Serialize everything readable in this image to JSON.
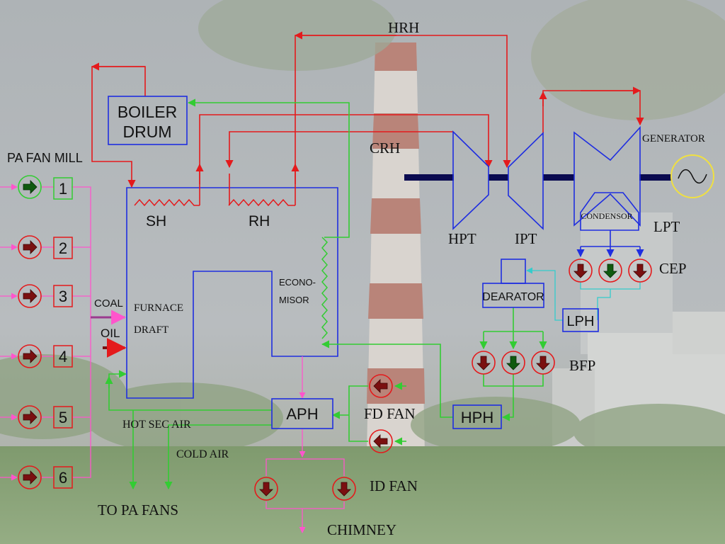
{
  "labels": {
    "hrh": "HRH",
    "crh": "CRH",
    "boiler_drum_line1": "BOILER",
    "boiler_drum_line2": "DRUM",
    "pa_fan_mill": "PA FAN MILL",
    "sh": "SH",
    "rh": "RH",
    "econ_line1": "ECONO-",
    "econ_line2": "MISOR",
    "furnace": "FURNACE",
    "draft": "DRAFT",
    "coal": "COAL",
    "oil": "OIL",
    "aph": "APH",
    "hot_sec_air": "HOT SEC AIR",
    "cold_air": "COLD AIR",
    "to_pa_fans": "TO PA FANS",
    "fd_fan": "FD FAN",
    "id_fan": "ID FAN",
    "chimney": "CHIMNEY",
    "hpt": "HPT",
    "ipt": "IPT",
    "lpt": "LPT",
    "generator": "GENERATOR",
    "condensor": "CONDENSOR",
    "cep": "CEP",
    "dearator": "DEARATOR",
    "lph": "LPH",
    "bfp": "BFP",
    "hph": "HPH"
  },
  "mills": [
    "1",
    "2",
    "3",
    "4",
    "5",
    "6"
  ],
  "colors": {
    "steam": "#e41a1c",
    "air": "#33cc33",
    "equipment": "#1f2ee0",
    "flue_gas": "#ff55cc",
    "pa_line": "#ff55cc",
    "condensate": "#33cccc",
    "fan_arrow": "#7a1010",
    "fan_arrow_green": "#0f5a0f",
    "shaft": "#0a0a50",
    "generator_ring": "#f0e040"
  }
}
